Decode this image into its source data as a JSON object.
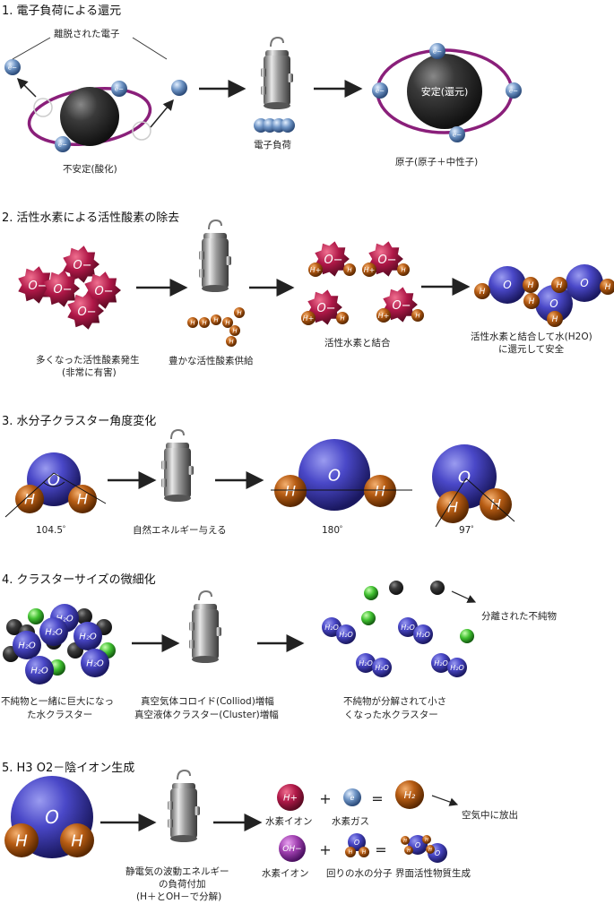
{
  "sections": [
    {
      "heading": "1. 電子負荷による還元",
      "labels": {
        "detached": "離脱された電子",
        "unstable": "不安定(酸化)",
        "load": "電子負荷",
        "atom": "原子(原子＋中性子)",
        "stable_core": "安定(還元)",
        "electron": "e−"
      }
    },
    {
      "heading": "2. 活性水素による活性酸素の除去",
      "labels": {
        "many": "多くなった活性酸素発生",
        "many2": "(非常に有害)",
        "supply": "豊かな活性酸素供給",
        "bond": "活性水素と結合",
        "result1": "活性水素と結合して水(H2O)",
        "result2": "に還元して安全",
        "oxy": "O−",
        "h": "H",
        "hp": "H+",
        "o": "O"
      }
    },
    {
      "heading": "3. 水分子クラスター角度変化",
      "labels": {
        "a1": "104.5゜",
        "a2": "180゜",
        "a3": "97゜",
        "energy": "自然エネルギー与える",
        "o": "O",
        "h": "H"
      }
    },
    {
      "heading": "4. クラスターサイズの微細化",
      "labels": {
        "left1": "不純物と一緒に巨大になっ",
        "left2": "た水クラスター",
        "mid1": "真空気体コロイド(Colliod)増幅",
        "mid2": "真空液体クラスター(Cluster)増幅",
        "right1": "不純物が分解されて小さ",
        "right2": "くなった水クラスター",
        "separated": "分離された不純物",
        "h2o": "H₂O"
      }
    },
    {
      "heading": "5. H3 O2－陰イオン生成",
      "labels": {
        "l1": "静電気の波動エネルギー",
        "l2": "の負荷付加",
        "l3": "(H＋とOH－で分解)",
        "hion": "水素イオン",
        "hgas": "水素ガス",
        "ohion": "水素イオン",
        "water": "回りの水の分子",
        "surf": "界面活性物質生成",
        "release": "空気中に放出",
        "hplus": "H+",
        "h2": "H₂",
        "ohm": "OH−",
        "e": "e",
        "plus": "+",
        "eq": "=",
        "o": "O",
        "h": "H"
      }
    }
  ]
}
